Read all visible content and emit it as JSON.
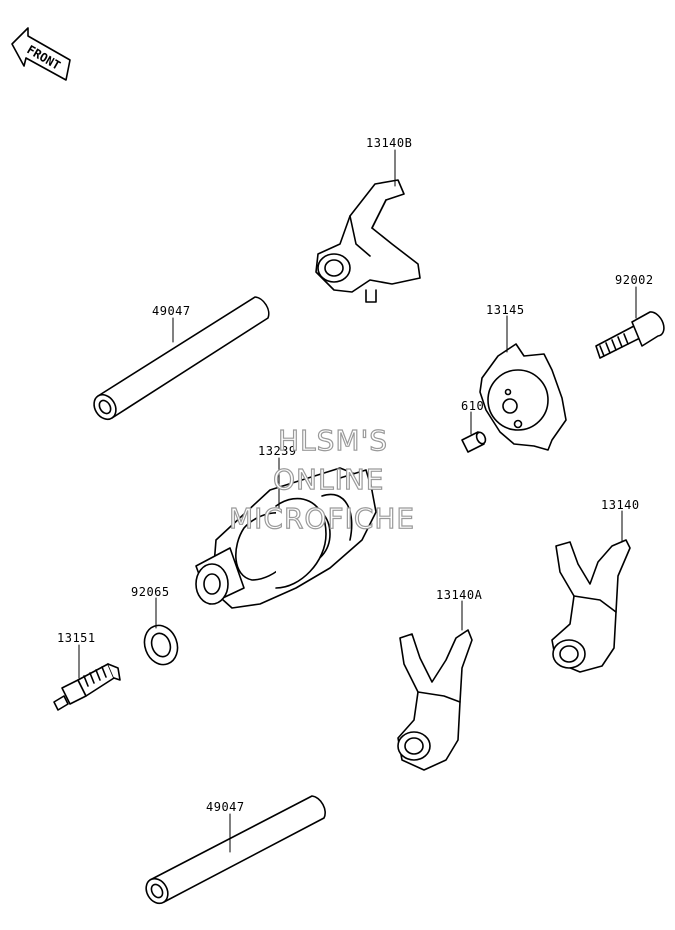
{
  "front_label": "FRONT",
  "watermark": [
    "HLSM'S",
    "ONLINE",
    "MICROFICHE"
  ],
  "parts": {
    "fork_13140B": "13140B",
    "rod_upper": "49047",
    "bolt_92002": "92002",
    "plate_13145": "13145",
    "pin_610": "610",
    "drum_13239": "13239",
    "fork_13140": "13140",
    "washer_92065": "92065",
    "fork_13140A": "13140A",
    "switch_13151": "13151",
    "rod_lower": "49047"
  }
}
